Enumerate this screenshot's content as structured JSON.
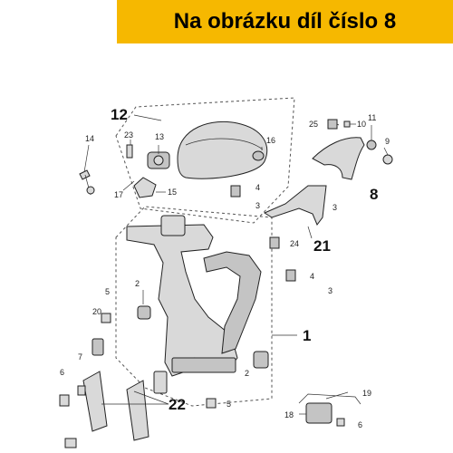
{
  "banner": {
    "text": "Na obrázku díl číslo 8",
    "color": "#f6b800"
  },
  "callouts": {
    "c1": "1",
    "c2a": "2",
    "c2b": "2",
    "c3a": "3",
    "c3b": "3",
    "c3c": "3",
    "c4a": "4",
    "c4b": "4",
    "c5a": "5",
    "c5b": "5",
    "c6a": "6",
    "c6b": "6",
    "c7": "7",
    "c8": "8",
    "c9": "9",
    "c10": "10",
    "c11": "11",
    "c12": "12",
    "c13": "13",
    "c14": "14",
    "c15": "15",
    "c16": "16",
    "c17": "17",
    "c18": "18",
    "c19": "19",
    "c20": "20",
    "c21": "21",
    "c22": "22",
    "c23": "23",
    "c24": "24",
    "c25": "25"
  }
}
